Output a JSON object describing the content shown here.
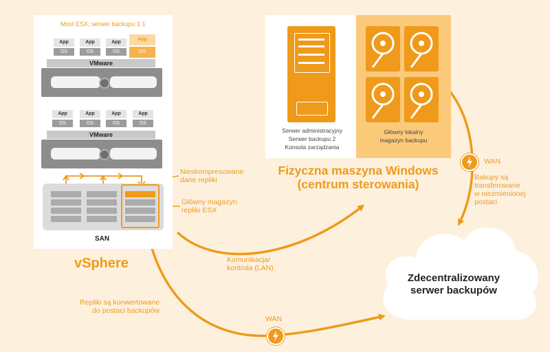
{
  "colors": {
    "accent": "#ef9a1b",
    "panel": "#ffffff",
    "background": "#fdf1de",
    "server_gray": "#8d8d8d"
  },
  "vsphere": {
    "header": "Most ESX; serwer backupu 1 1",
    "vm_app": "App",
    "vm_os": "OS",
    "hypervisor": "VMware",
    "san": "SAN",
    "title": "vSphere"
  },
  "labels": {
    "uncompressed": "Nieskompresowane\ndane repliki",
    "esx_store": "Główny magazyn\nrepliki ESX",
    "comm": "Komunikacja/\nkontrola (LAN)",
    "replicas": "Repliki są konwertowane\ndo postaci backupów",
    "wan_bottom": "WAN",
    "wan_right": "WAN",
    "backups": "Bakupy są\ntransferowane\nw niezmienionej\npostaci"
  },
  "windows": {
    "server_text": "Serwer administracyjny\nSerwer backupu 2\nKonsola zarządzania",
    "storage_text": "Główny lokalny\nmagazyn backupu",
    "title": "Fizyczna maszyna Windows\n(centrum sterowania)"
  },
  "cloud": {
    "text": "Zdecentralizowany\nserwer backupów"
  },
  "icons": [
    "wan-lightning-icon",
    "hard-disk-icon",
    "tower-server-icon",
    "cloud-icon",
    "arrow-icon"
  ]
}
